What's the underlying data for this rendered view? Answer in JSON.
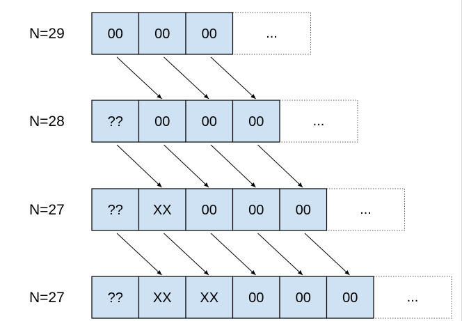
{
  "rows": [
    {
      "label": "N=29",
      "cells": [
        "00",
        "00",
        "00"
      ],
      "more": "..."
    },
    {
      "label": "N=28",
      "cells": [
        "??",
        "00",
        "00",
        "00"
      ],
      "more": "..."
    },
    {
      "label": "N=27",
      "cells": [
        "??",
        "XX",
        "00",
        "00",
        "00"
      ],
      "more": "..."
    },
    {
      "label": "N=27",
      "cells": [
        "??",
        "XX",
        "XX",
        "00",
        "00",
        "00"
      ],
      "more": "..."
    }
  ],
  "colors": {
    "cell_fill": "#cfe2f3",
    "cell_stroke": "#000000",
    "more_stroke": "#555555",
    "arrow": "#000000",
    "background": "#ffffff"
  }
}
